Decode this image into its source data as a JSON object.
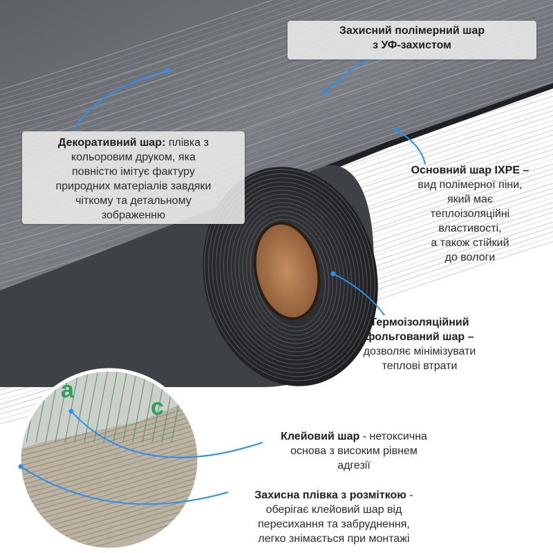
{
  "colors": {
    "callout_line": "#2b8ff0",
    "roll_surface": "#6f7378",
    "roll_dark": "#2a2c2f",
    "core": "#b27a4f",
    "foil": "#c8c9c6",
    "mesh_green": "#2f9e5d"
  },
  "labels": {
    "top": {
      "title": "Захисний полімерний шар",
      "line2": "з УФ-захистом"
    },
    "decorative": {
      "title": "Декоративний шар:",
      "line1_rest": " плівка з",
      "line2": "кольоровим друком, яка",
      "line3": "повністю імітує фактуру",
      "line4": "природних матеріалів завдяки",
      "line5": "чіткому та детальному",
      "line6": "зображенню"
    },
    "ixpe": {
      "title": "Основний шар IXPE",
      "title_dash": " –",
      "line2": "вид полімерної піни,",
      "line3": "який має",
      "line4": "теплоізоляційні",
      "line5": "властивості,",
      "line6": "а також стійкий",
      "line7": "до вологи"
    },
    "foil": {
      "title1": "Термоізоляційний",
      "title2": "фольгований шар",
      "title2_dash": " –",
      "line3": "дозволяє мінімізувати",
      "line4": "теплові втрати"
    },
    "adhesive": {
      "title": "Клейовий шар",
      "line1_rest": " - нетоксична",
      "line2": "основа з високим рівнем",
      "line3": "адгезії"
    },
    "film": {
      "title": "Захисна плівка з розміткою",
      "line1_rest": " -",
      "line2": "оберігає клейовий шар від",
      "line3": "пересихання та забруднення,",
      "line4": "легко знімається при монтажі"
    }
  }
}
